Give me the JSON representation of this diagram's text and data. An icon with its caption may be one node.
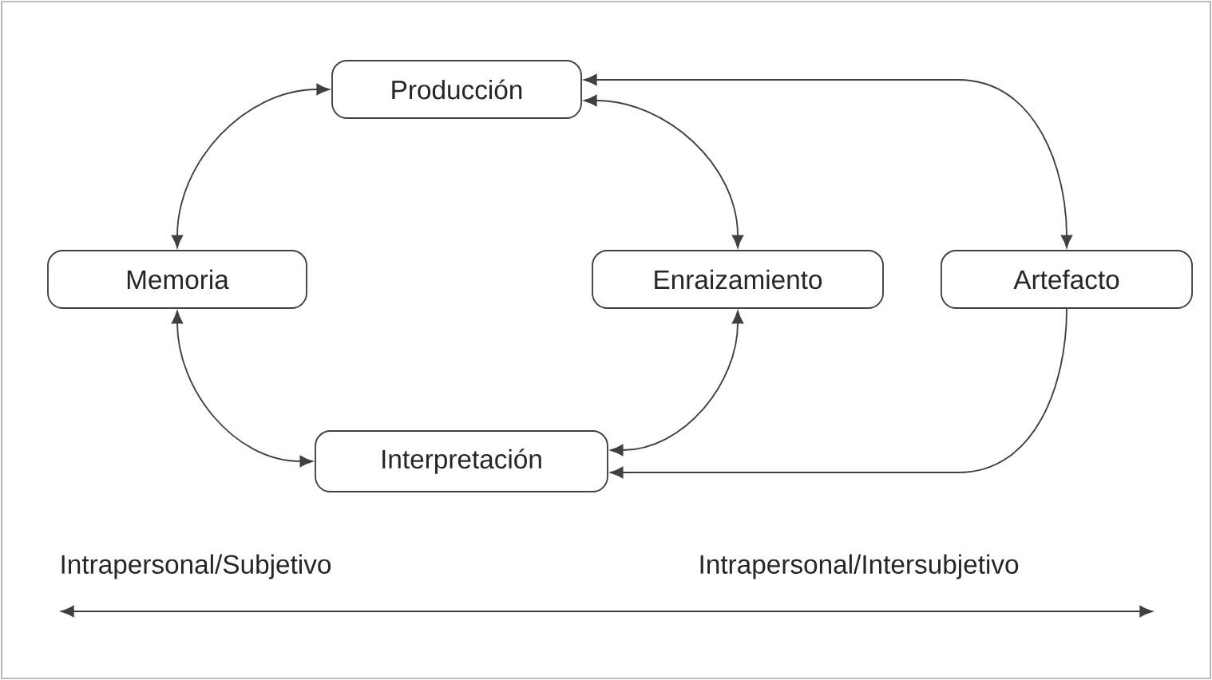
{
  "diagram": {
    "nodes": [
      {
        "text": [
          "Producción"
        ]
      },
      {
        "text": [
          "Memoria"
        ]
      },
      {
        "text": [
          "Enraizamiento"
        ]
      },
      {
        "text": [
          "Artefacto"
        ]
      },
      {
        "text": [
          "Interpretación"
        ]
      }
    ],
    "edges": [
      {
        "from": 0,
        "to": 1,
        "arrow": "both"
      },
      {
        "from": 0,
        "to": 2,
        "arrow": "both"
      },
      {
        "from": 0,
        "to": 3,
        "arrow": "both"
      },
      {
        "from": 1,
        "to": 4,
        "arrow": "both"
      },
      {
        "from": 4,
        "to": 2,
        "arrow": "both"
      },
      {
        "from": 3,
        "to": 4,
        "arrow": "to"
      }
    ],
    "labels": [
      "Intrapersonal/Subjetivo",
      "Intrapersonal/Intersubjetivo"
    ]
  }
}
